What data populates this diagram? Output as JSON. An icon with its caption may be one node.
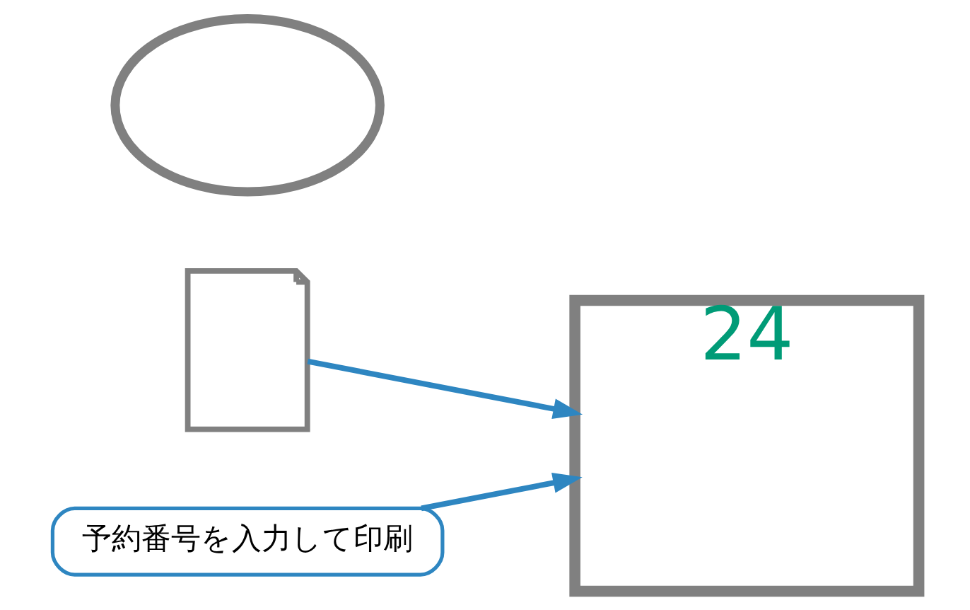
{
  "diagram": {
    "nodes": [
      {
        "text": [],
        "shape": "cloud"
      },
      {
        "text": [],
        "shape": "picture"
      },
      {
        "text": [
          "24"
        ]
      },
      {
        "text": [
          "予約番号を入力して印刷"
        ]
      }
    ],
    "edges": [
      {
        "from": 1,
        "to": 2,
        "arrow": "to"
      },
      {
        "from": 3,
        "to": 2,
        "arrow": "to"
      }
    ]
  }
}
